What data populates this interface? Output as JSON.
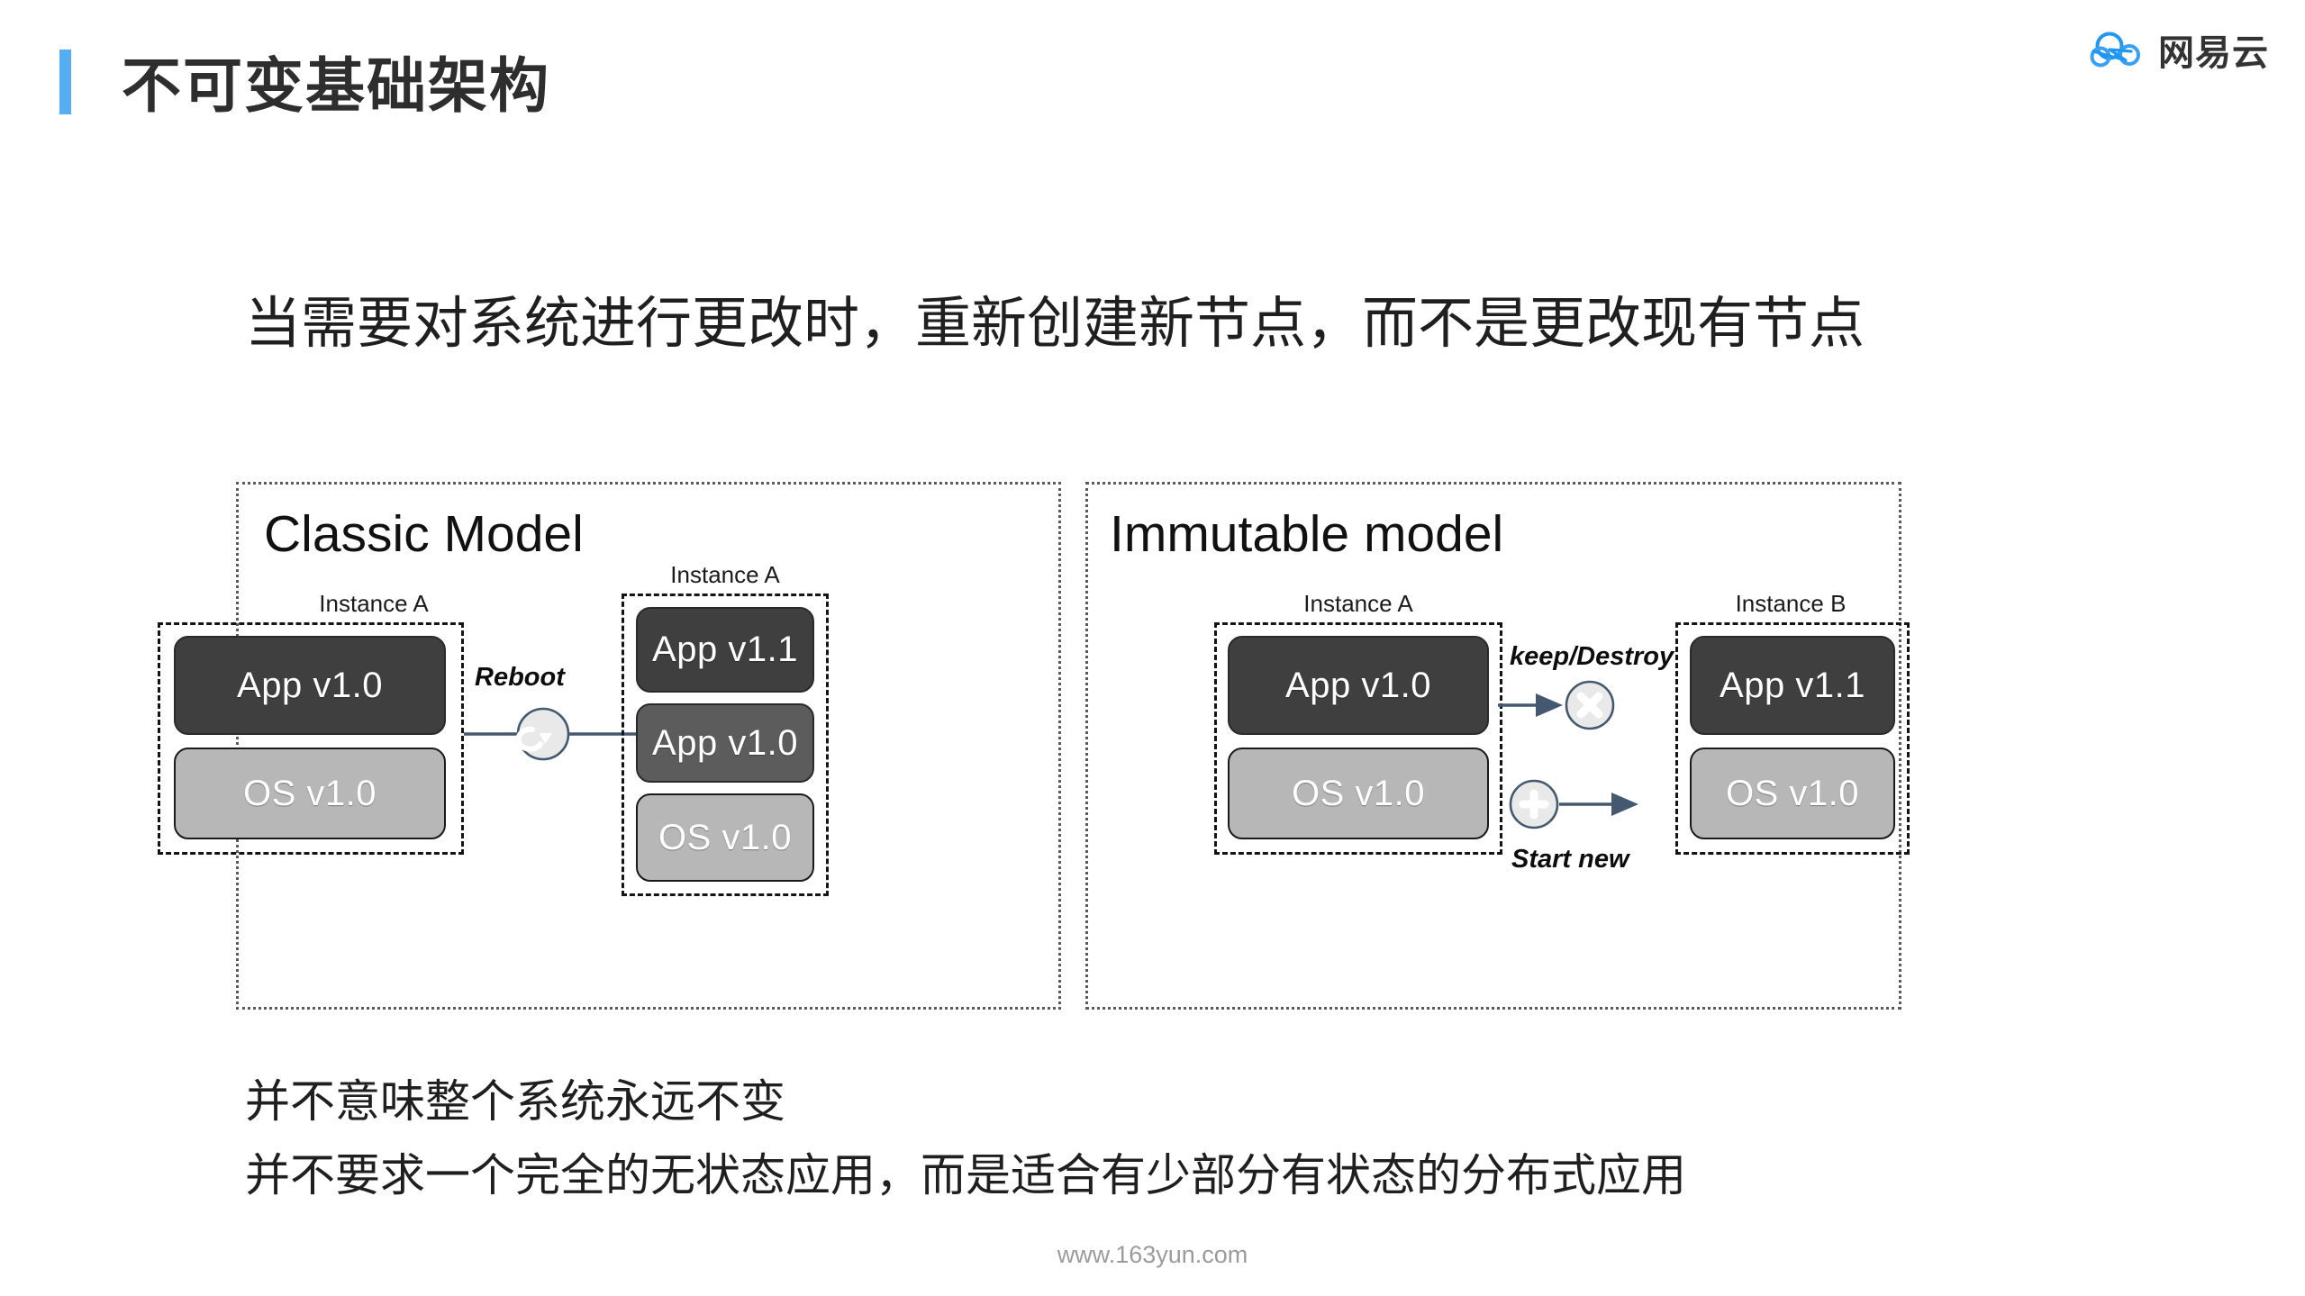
{
  "header": {
    "title": "不可变基础架构",
    "accent_color": "#56aef2",
    "logo": {
      "icon": "netease-cloud-logo-icon",
      "text": "网易云",
      "color": "#2196f3"
    }
  },
  "lead": {
    "text": "当需要对系统进行更改时，重新创建新节点，而不是更改现有节点"
  },
  "diagram": {
    "panels": [
      {
        "id": "classic",
        "title": "Classic Model",
        "instances": [
          {
            "label": "Instance A",
            "blocks": [
              {
                "text": "App v1.0",
                "tone": "dark"
              },
              {
                "text": "OS v1.0",
                "tone": "light"
              }
            ]
          },
          {
            "label": "Instance A",
            "blocks": [
              {
                "text": "App v1.1",
                "tone": "dark"
              },
              {
                "text": "App v1.0",
                "tone": "mid"
              },
              {
                "text": "OS v1.0",
                "tone": "light"
              }
            ]
          }
        ],
        "flows": [
          {
            "label": "Reboot",
            "icon": "refresh-circle-icon"
          }
        ]
      },
      {
        "id": "immutable",
        "title": "Immutable model",
        "instances": [
          {
            "label": "Instance A",
            "blocks": [
              {
                "text": "App v1.0",
                "tone": "dark"
              },
              {
                "text": "OS v1.0",
                "tone": "light"
              }
            ]
          },
          {
            "label": "Instance B",
            "blocks": [
              {
                "text": "App v1.1",
                "tone": "dark"
              },
              {
                "text": "OS v1.0",
                "tone": "light"
              }
            ]
          }
        ],
        "flows": [
          {
            "label": "keep/Destroy",
            "icon": "close-circle-icon"
          },
          {
            "label": "Start new",
            "icon": "plus-circle-icon"
          }
        ]
      }
    ],
    "colors": {
      "dark": "#3f3f3f",
      "mid": "#5c5c5c",
      "light": "#b7b7b7",
      "connector": "#44596f"
    }
  },
  "notes": [
    "并不意味整个系统永远不变",
    "并不要求一个完全的无状态应用，而是适合有少部分有状态的分布式应用"
  ],
  "footer": {
    "site": "www.163yun.com"
  }
}
